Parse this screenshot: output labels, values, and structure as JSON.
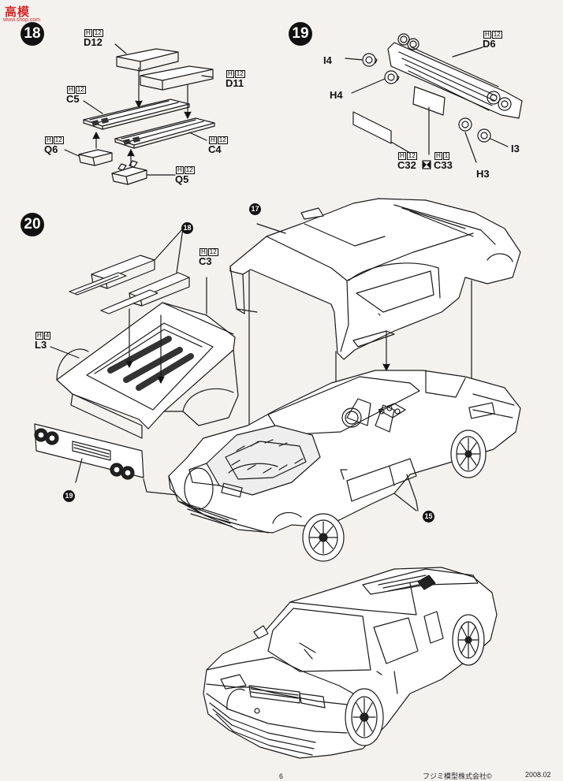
{
  "watermark": {
    "brand": "高",
    "site": "模",
    "url": "www.shop.com"
  },
  "steps": {
    "s18": {
      "number": "18"
    },
    "s19": {
      "number": "19"
    },
    "s20": {
      "number": "20"
    }
  },
  "parts": {
    "d12": {
      "code": "D12",
      "sheet": "H",
      "sheet_no": "12"
    },
    "d11": {
      "code": "D11",
      "sheet": "H",
      "sheet_no": "12"
    },
    "c5": {
      "code": "C5",
      "sheet": "H",
      "sheet_no": "12"
    },
    "c4": {
      "code": "C4",
      "sheet": "H",
      "sheet_no": "12"
    },
    "q6": {
      "code": "Q6",
      "sheet": "H",
      "sheet_no": "12"
    },
    "q5": {
      "code": "Q5",
      "sheet": "H",
      "sheet_no": "12"
    },
    "d6": {
      "code": "D6",
      "sheet": "H",
      "sheet_no": "12"
    },
    "i4": {
      "code": "I4"
    },
    "h4": {
      "code": "H4"
    },
    "h3": {
      "code": "H3"
    },
    "i3": {
      "code": "I3"
    },
    "c32": {
      "code": "C32",
      "sheet": "H",
      "sheet_no": "12"
    },
    "c33": {
      "code": "C33",
      "sheet": "H",
      "sheet_no": "1"
    },
    "c3": {
      "code": "C3",
      "sheet": "H",
      "sheet_no": "12"
    },
    "l3": {
      "code": "L3",
      "sheet": "H",
      "sheet_no": "4"
    }
  },
  "refs": {
    "r17": "17",
    "r18": "18",
    "r19": "19",
    "r15": "15"
  },
  "footer": {
    "page": "6",
    "copyright": "フジミ模型株式会社©",
    "date": "2008.02"
  }
}
